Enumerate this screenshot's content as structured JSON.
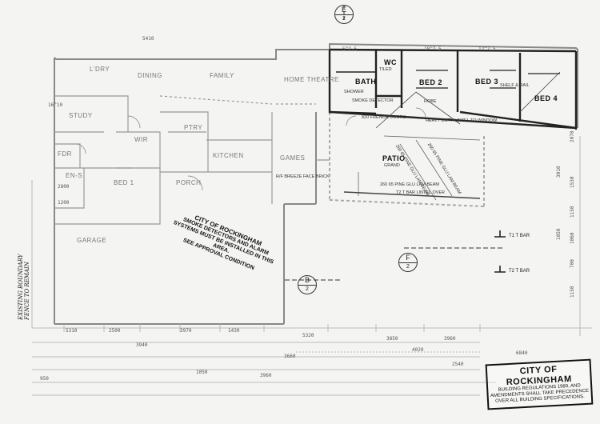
{
  "rooms": {
    "ldry": "L'DRY",
    "dining": "DINING",
    "family": "FAMILY",
    "home_theatre": "HOME THEATRE",
    "bath": "BATH",
    "wc": "WC",
    "bed2": "BED 2",
    "bed3": "BED 3",
    "bed4": "BED 4",
    "study": "STUDY",
    "wir": "WIR",
    "ptry": "PTRY",
    "kitchen": "KITCHEN",
    "porch": "PORCH",
    "bed1": "BED 1",
    "ens": "EN-S",
    "fdr": "FDR",
    "games": "GAMES",
    "patio": "PATIO",
    "garage": "GARAGE"
  },
  "notes": {
    "french_doors": "820 FRENCH DOORS",
    "heavy_lintel": "HEAVY DUTY LINTEL TO WINDOW",
    "glulam_1": "260 65 PINE GLU LAM BEAM",
    "glulam_2": "260 65 PINE GLU LAM BEAM",
    "glulam_3": "260 65 PINE GLU LAM BEAM",
    "t_bar_over": "T2 T BAR LINTEL OVER",
    "face_brick": "R/F BREEZE FACE BRICK",
    "smoke": "SMOKE DETECTOR",
    "shelf_rail": "SHELF & RAIL",
    "robe": "ROBE",
    "tiled": "TILED",
    "t1": "T1 T BAR",
    "t2": "T2 T BAR",
    "grand": "GRAND",
    "shower": "SHOWER"
  },
  "markers": [
    {
      "letter": "E",
      "num": "2"
    },
    {
      "letter": "F",
      "num": "2"
    },
    {
      "letter": "B",
      "num": "2"
    }
  ],
  "stamp_diag": {
    "line1": "CITY OF ROCKINGHAM",
    "line2": "SMOKE DETECTORS AND ALARM SYSTEMS MUST BE INSTALLED IN THIS AREA.",
    "line3": "SEE APPROVAL CONDITION"
  },
  "stamp_box": {
    "line1": "CITY OF ROCKINGHAM",
    "line2": "BUILDING REGULATIONS 1989, AND AMENDMENTS SHALL TAKE PRECEDENCE OVER ALL BUILDING SPECIFICATIONS."
  },
  "handwritten": "EXISTING BOUNDARY FENCE TO REMAIN",
  "dimensions_top": [
    "5410",
    "18^7.5",
    "12^7.5",
    "5^2.5"
  ],
  "dimensions_bottom": [
    "5310",
    "2500",
    "3970",
    "1430",
    "3850",
    "3960",
    "3660",
    "4020",
    "5320",
    "1050",
    "3960",
    "6840",
    "950",
    "2540",
    "3940"
  ],
  "dimensions_right": [
    "2070",
    "1530",
    "1150",
    "3010",
    "1060",
    "700",
    "1050",
    "1150"
  ],
  "dimensions_left": [
    "16^10",
    "2800",
    "1200"
  ]
}
